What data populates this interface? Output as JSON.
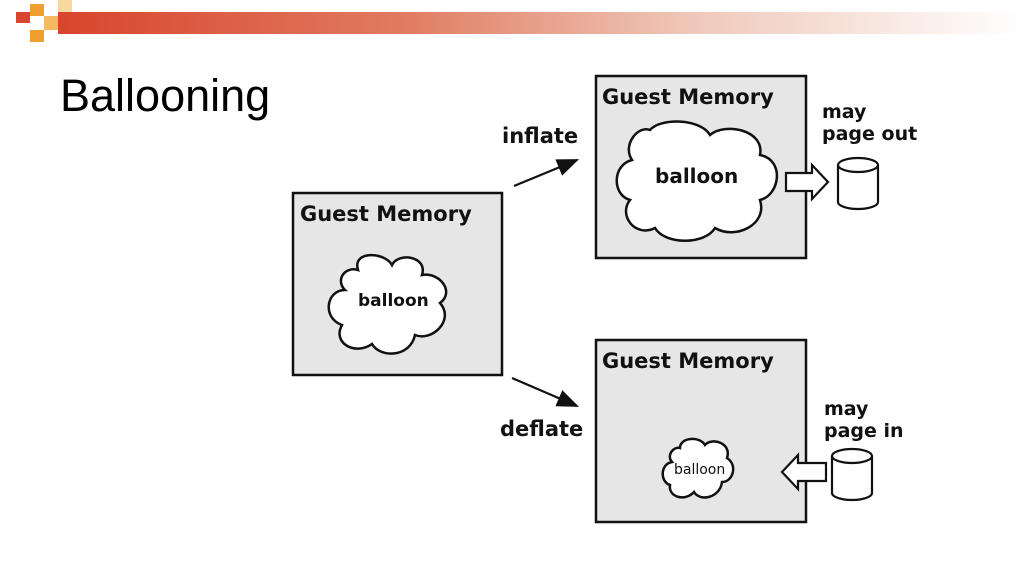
{
  "slide": {
    "title": "Ballooning",
    "accent_colors": [
      "#d9452e",
      "#f0a030",
      "#e07a5f"
    ]
  },
  "diagram": {
    "source_box": {
      "title": "Guest Memory",
      "balloon": "balloon"
    },
    "inflate": {
      "label": "inflate",
      "box_title": "Guest Memory",
      "balloon": "balloon",
      "note_line1": "may",
      "note_line2": "page out"
    },
    "deflate": {
      "label": "deflate",
      "box_title": "Guest Memory",
      "balloon": "balloon",
      "note_line1": "may",
      "note_line2": "page in"
    },
    "box_fill": "#e6e6e6",
    "icons": [
      "disk-icon",
      "arrow-right-icon",
      "arrow-left-icon"
    ]
  }
}
